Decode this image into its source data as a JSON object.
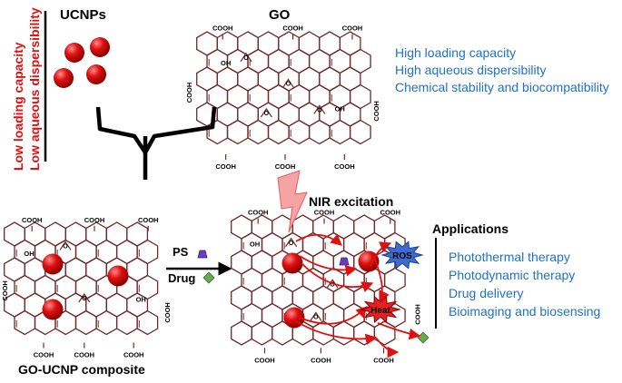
{
  "ucnps": {
    "title": "UCNPs"
  },
  "go": {
    "title": "GO"
  },
  "go_ucnp": {
    "title": "GO-UCNP composite"
  },
  "drawbacks": [
    "Low loading capacity",
    "Low aqueous dispersibility"
  ],
  "go_advantages": [
    "High loading capacity",
    "High aqueous dispersibility",
    "Chemical stability and biocompatibility"
  ],
  "reagents": {
    "ps": "PS",
    "drug": "Drug"
  },
  "nir": {
    "label": "NIR excitation"
  },
  "products": {
    "ros": "ROS",
    "heat": "Heat"
  },
  "applications": {
    "title": "Applications",
    "items": [
      "Photothermal therapy",
      "Photodynamic therapy",
      "Drug delivery",
      "Bioimaging and biosensing"
    ]
  },
  "chem": {
    "cooh": "COOH",
    "oh": "OH",
    "o": "O"
  },
  "colors": {
    "sphere": "#e01010",
    "bond": "#6e2a2a",
    "text_blue": "#1e72c8",
    "text_red": "#e01010",
    "ps_marker": "#6a3dbd",
    "drug_marker": "#6aa84f",
    "ros_burst": "#3c6ccf",
    "heat_burst": "#e62020",
    "nir_bolt": "#f7a3a3"
  }
}
